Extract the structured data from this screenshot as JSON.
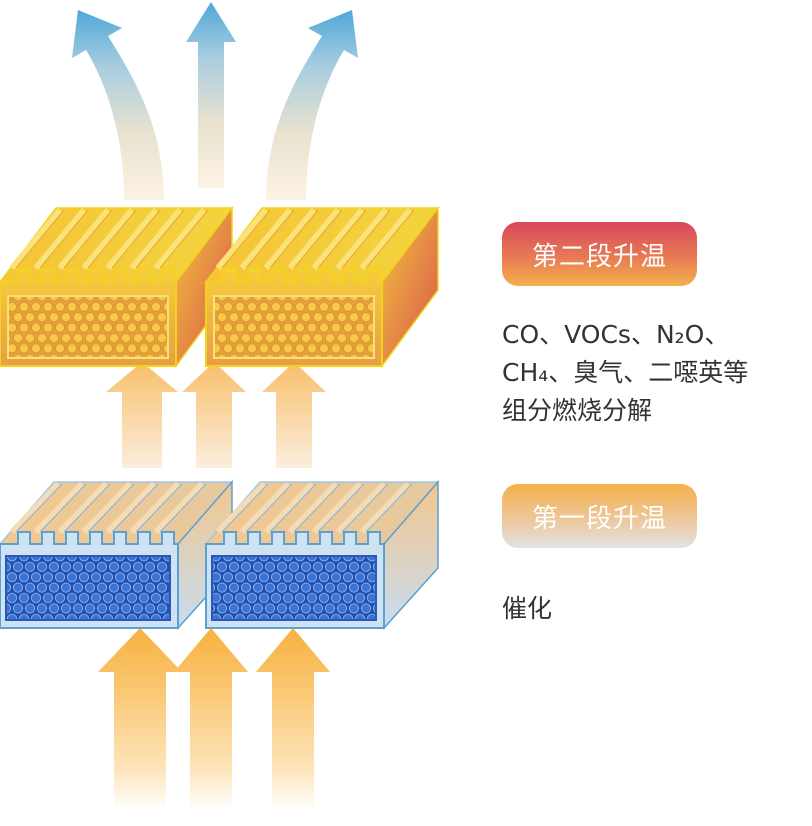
{
  "stage2": {
    "label": "第二段升温",
    "lines": [
      "CO、VOCs、N₂O、",
      "CH₄、臭气、二噁英等",
      "组分燃烧分解"
    ]
  },
  "stage1": {
    "label": "第一段升温",
    "lines": [
      "催化"
    ]
  },
  "colors": {
    "inlet_arrow": "#f7b64a",
    "middle_arrow": "#f9c57a",
    "outlet_arrow": "#5aaed6",
    "upper_block": "#f1c93a",
    "upper_block_outline": "#f2d31a",
    "upper_honeycomb": "#f2b73c",
    "lower_block": "#cfe2f2",
    "lower_block_outline": "#5ba0d2",
    "lower_honeycomb": "#2f63c9"
  }
}
